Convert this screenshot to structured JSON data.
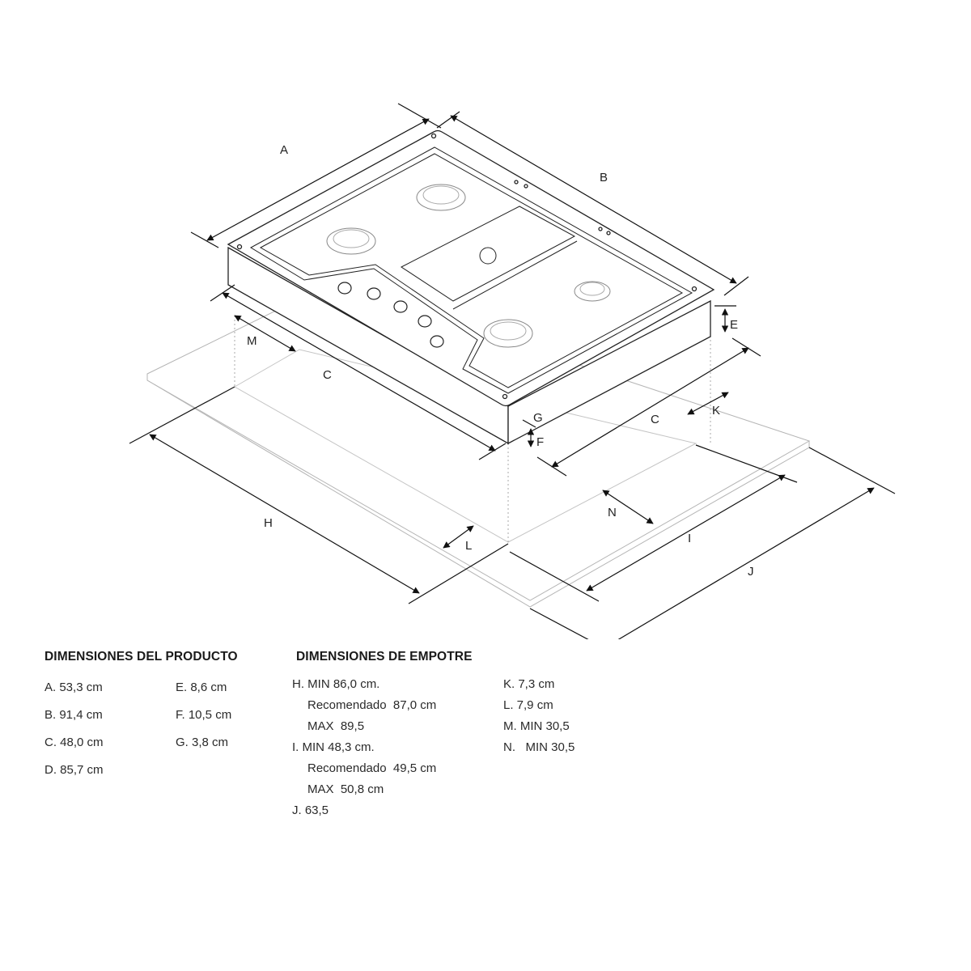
{
  "diagram": {
    "title": "Isometric installation diagram of 4-burner gas cooktop",
    "labels": {
      "A": "A",
      "B": "B",
      "C1": "C",
      "C2": "C",
      "E": "E",
      "F": "F",
      "G": "G",
      "H": "H",
      "I": "I",
      "J": "J",
      "K": "K",
      "L": "L",
      "M": "M",
      "N": "N"
    }
  },
  "product_dimensions": {
    "title": "DIMENSIONES DEL PRODUCTO",
    "items": [
      {
        "key": "A",
        "text": "A. 53,3 cm"
      },
      {
        "key": "B",
        "text": "B. 91,4 cm"
      },
      {
        "key": "C",
        "text": "C. 48,0 cm"
      },
      {
        "key": "D",
        "text": "D. 85,7 cm"
      },
      {
        "key": "E",
        "text": "E. 8,6 cm"
      },
      {
        "key": "F",
        "text": "F. 10,5 cm"
      },
      {
        "key": "G",
        "text": "G. 3,8 cm"
      }
    ]
  },
  "cutout_dimensions": {
    "title": "DIMENSIONES DE EMPOTRE",
    "items": [
      {
        "key": "H",
        "text": "H. MIN 86,0 cm."
      },
      {
        "key": "H-rec",
        "text": "Recomendado  87,0 cm"
      },
      {
        "key": "H-max",
        "text": "MAX  89,5"
      },
      {
        "key": "I",
        "text": "I. MIN 48,3 cm."
      },
      {
        "key": "I-rec",
        "text": "Recomendado  49,5 cm"
      },
      {
        "key": "I-max",
        "text": "MAX  50,8 cm"
      },
      {
        "key": "J",
        "text": "J. 63,5"
      },
      {
        "key": "K",
        "text": "K. 7,3 cm"
      },
      {
        "key": "L",
        "text": "L. 7,9 cm"
      },
      {
        "key": "M",
        "text": "M. MIN 30,5"
      },
      {
        "key": "N",
        "text": "N.   MIN 30,5"
      }
    ]
  }
}
